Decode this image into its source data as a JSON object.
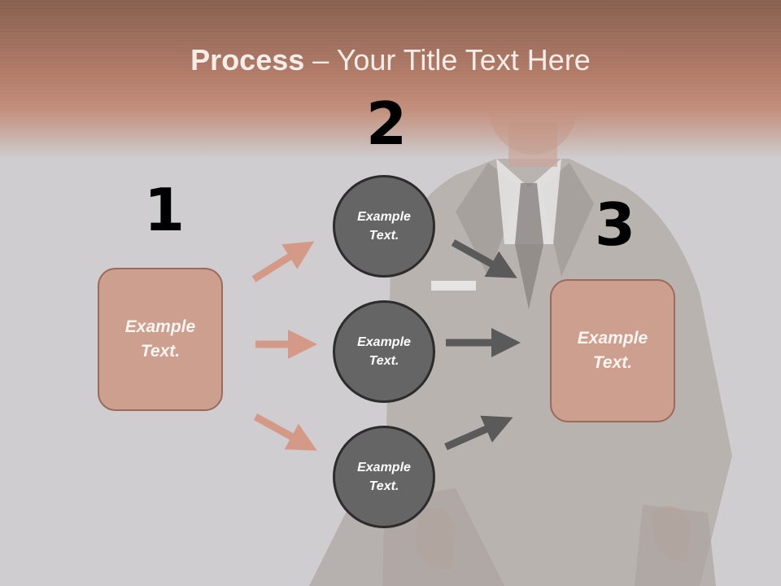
{
  "title": {
    "bold": "Process",
    "rest": " – Your Title Text Here"
  },
  "steps": [
    {
      "number": "1"
    },
    {
      "number": "2"
    },
    {
      "number": "3"
    }
  ],
  "boxes": [
    {
      "text": "Example Text."
    },
    {
      "text": "Example Text."
    }
  ],
  "circles": [
    {
      "text": "Example Text."
    },
    {
      "text": "Example Text."
    },
    {
      "text": "Example Text."
    }
  ],
  "colors": {
    "header": "#b07a67",
    "box_fill": "#cc9f8f",
    "box_border": "#9a6a5b",
    "circle_fill": "#656565",
    "circle_border": "#2c2c2c",
    "arrow_left": "#d49a87",
    "arrow_right": "#5a5a5a"
  }
}
